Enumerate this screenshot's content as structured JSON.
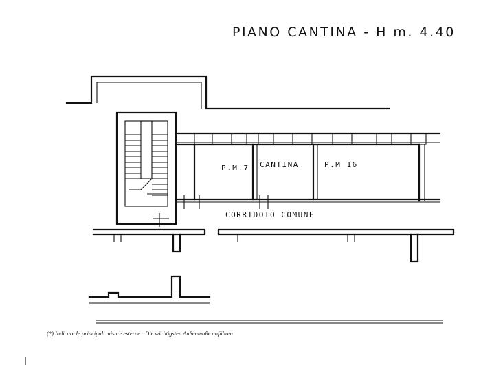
{
  "title": "PIANO CANTINA  -  H m. 4.40",
  "rooms": [
    {
      "id": "pm7",
      "label": "P.M.7"
    },
    {
      "id": "cantina",
      "label": "CANTINA"
    },
    {
      "id": "pm16",
      "label": "P.M 16"
    }
  ],
  "corridor_label": "CORRIDOIO  COMUNE",
  "footnote": "(*) Indicare le principali misure esterne : Die wichtigsten Außenmaße anführen"
}
